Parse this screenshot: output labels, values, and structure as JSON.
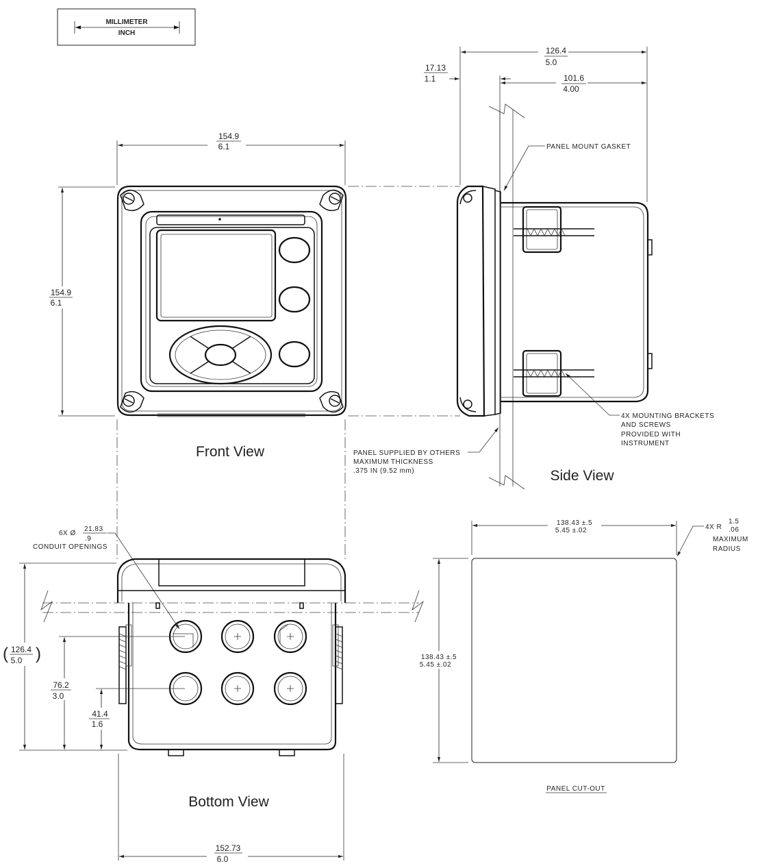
{
  "legend": {
    "top": "MILLIMETER",
    "bottom": "INCH"
  },
  "views": {
    "front": "Front View",
    "side": "Side View",
    "bottom": "Bottom View",
    "cutout": "PANEL CUT-OUT"
  },
  "dimensions": {
    "front_width": {
      "mm": "154.9",
      "in": "6.1"
    },
    "front_height": {
      "mm": "154.9",
      "in": "6.1"
    },
    "side_total": {
      "mm": "126.4",
      "in": "5.0"
    },
    "side_flange": {
      "mm": "17.13",
      "in": "1.1"
    },
    "side_depth": {
      "mm": "101.6",
      "in": "4.00"
    },
    "bottom_width": {
      "mm": "152.73",
      "in": "6.0"
    },
    "bottom_height": {
      "mm": "126.4",
      "in": "5.0"
    },
    "bottom_row1": {
      "mm": "76.2",
      "in": "3.0"
    },
    "bottom_row2": {
      "mm": "41.4",
      "in": "1.6"
    },
    "cutout_width": {
      "mm": "138.43 ±.5",
      "in": "5.45 ±.02"
    },
    "cutout_height": {
      "mm": "138.43 ±.5",
      "in": "5.45 ±.02"
    }
  },
  "notes": {
    "gasket": "PANEL MOUNT GASKET",
    "brackets": [
      "4X MOUNTING BRACKETS",
      "AND SCREWS",
      "PROVIDED WITH",
      "INSTRUMENT"
    ],
    "panel": [
      "PANEL SUPPLIED BY OTHERS",
      "MAXIMUM THICKNESS",
      ".375 IN (9.52 mm)"
    ],
    "conduit_qty": "6X  Ø",
    "conduit_mm": "21.83",
    "conduit_in": ".9",
    "conduit_label": "CONDUIT OPENINGS",
    "radius_prefix": "4X  R",
    "radius_mm": "1.5",
    "radius_in": ".06",
    "radius_l1": "MAXIMUM",
    "radius_l2": "RADIUS"
  }
}
